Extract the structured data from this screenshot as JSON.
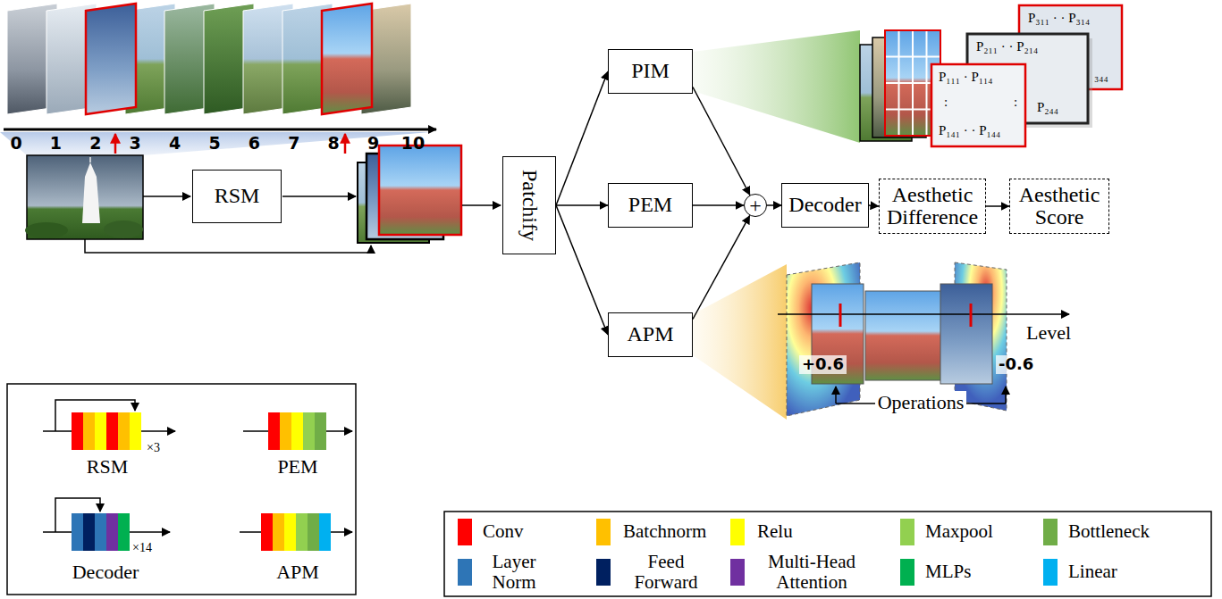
{
  "diagram": {
    "nodes": [
      {
        "text": [
          "RSM"
        ]
      },
      {
        "text": [
          "Patchify"
        ]
      },
      {
        "text": [
          "PIM"
        ]
      },
      {
        "text": [
          "PEM"
        ]
      },
      {
        "text": [
          "APM"
        ]
      },
      {
        "text": [
          "+"
        ]
      },
      {
        "text": [
          "Decoder"
        ]
      },
      {
        "text": [
          "Aesthetic Difference"
        ]
      },
      {
        "text": [
          "Aesthetic Score"
        ]
      }
    ],
    "edges": [
      {
        "from": 1,
        "to": 2,
        "arrow": "to"
      },
      {
        "from": 1,
        "to": 3,
        "arrow": "to"
      },
      {
        "from": 1,
        "to": 4,
        "arrow": "to"
      },
      {
        "from": 2,
        "to": 5,
        "arrow": "to"
      },
      {
        "from": 3,
        "to": 5,
        "arrow": "to"
      },
      {
        "from": 4,
        "to": 5,
        "arrow": "to"
      },
      {
        "from": 5,
        "to": 6,
        "arrow": "to"
      },
      {
        "from": 6,
        "to": 7,
        "arrow": "to"
      },
      {
        "from": 7,
        "to": 8,
        "arrow": "to"
      }
    ],
    "labels": [
      "0",
      "1",
      "2",
      "3",
      "4",
      "5",
      "6",
      "7",
      "8",
      "9",
      "10",
      "P₃₁₁ · · P₃₁₄",
      "₃₄₄",
      "P₂₁₁ · · P₂₁₄",
      "P₂₄₄",
      "P₁₁₁ · P₁₁₄",
      ":",
      ":",
      "P₁₄₁ · · P₁₄₄",
      "+0.6",
      "-0.6",
      "Level",
      "Operations",
      "×3",
      "RSM",
      "PEM",
      "×14",
      "Decoder",
      "APM"
    ],
    "legend": [
      {
        "text": "Conv",
        "color": "#ff0000"
      },
      {
        "text": "Batchnorm",
        "color": "#ffc000"
      },
      {
        "text": "Relu",
        "color": "#ffff00"
      },
      {
        "text": "Maxpool",
        "color": "#92d050"
      },
      {
        "text": "Bottleneck",
        "color": "#70ad47"
      },
      {
        "text": "Layer Norm",
        "color": "#2e75b6"
      },
      {
        "text": "Feed Forward",
        "color": "#002060"
      },
      {
        "text": "Multi-Head Attention",
        "color": "#7030a0"
      },
      {
        "text": "MLPs",
        "color": "#00b050"
      },
      {
        "text": "Linear",
        "color": "#00b0f0"
      }
    ]
  }
}
